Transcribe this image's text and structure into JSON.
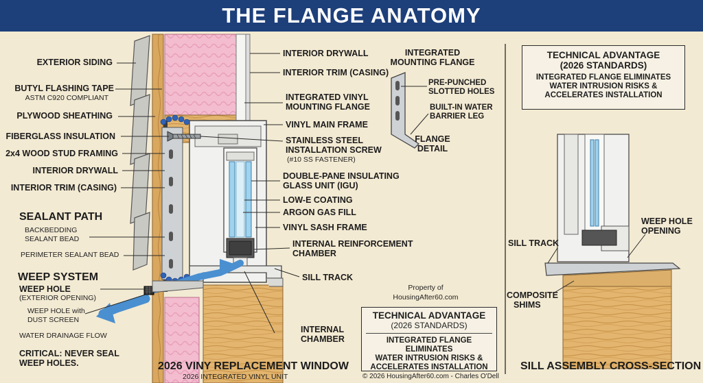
{
  "title": "THE FLANGE ANATOMY",
  "left_labels": {
    "exterior_siding": "EXTERIOR SIDING",
    "butyl_tape": "BUTYL FLASHING TAPE",
    "butyl_tape_sub": "ASTM C920 COMPLIANT",
    "plywood": "PLYWOOD SHEATHING",
    "fiberglass": "FIBERGLASS INSULATION",
    "stud": "2x4 WOOD STUD FRAMING",
    "drywall": "INTERIOR DRYWALL",
    "trim": "INTERIOR TRIM (CASING)"
  },
  "sealant": {
    "heading": "SEALANT PATH",
    "backbed_1": "BACKBEDDING",
    "backbed_2": "SEALANT BEAD",
    "perimeter": "PERIMETER SEALANT BEAD"
  },
  "weep": {
    "heading": "WEEP SYSTEM",
    "hole": "WEEP HOLE",
    "hole_sub": "(EXTERIOR OPENING)",
    "screen_1": "WEEP HOLE with",
    "screen_2": "DUST SCREEN",
    "flow": "WATER DRAINAGE FLOW",
    "critical_1": "CRITICAL: NEVER SEAL",
    "critical_2": "WEEP HOLES."
  },
  "middle_labels": {
    "interior_drywall": "INTERIOR DRYWALL",
    "interior_trim": "INTERIOR TRIM (CASING)",
    "vinyl_flange_1": "INTEGRATED VINYL",
    "vinyl_flange_2": "MOUNTING FLANGE",
    "vinyl_main": "VINYL MAIN FRAME",
    "screw_1": "STAINLESS STEEL",
    "screw_2": "INSTALLATION SCREW",
    "screw_sub": "(#10 SS FASTENER)",
    "igu_1": "DOUBLE-PANE INSULATING",
    "igu_2": "GLASS UNIT (IGU)",
    "lowe": "LOW-E COATING",
    "argon": "ARGON GAS FILL",
    "sash": "VINYL SASH FRAME",
    "reinf_1": "INTERNAL REINFORCEMENT",
    "reinf_2": "CHAMBER",
    "sill_track": "SILL TRACK",
    "internal_1": "INTERNAL",
    "internal_2": "CHAMBER"
  },
  "flange_detail": {
    "heading_1": "INTEGRATED",
    "heading_2": "MOUNTING FLANGE",
    "holes_1": "PRE-PUNCHED",
    "holes_2": "SLOTTED HOLES",
    "barrier_1": "BUILT-IN WATER",
    "barrier_2": "BARRIER LEG",
    "caption_1": "FLANGE",
    "caption_2": "DETAIL"
  },
  "property": {
    "line1": "Property of",
    "line2": "HousingAfter60.com"
  },
  "tech_box_small": {
    "title": "TECHNICAL ADVANTAGE",
    "subtitle": "(2026 STANDARDS)",
    "body_1": "INTEGRATED FLANGE ELIMINATES",
    "body_2": "WATER INTRUSION RISKS &",
    "body_3": "ACCELERATES INSTALLATION"
  },
  "tech_box_right": {
    "title": "TECHNICAL ADVANTAGE",
    "subtitle": "(2026 STANDARDS)",
    "body_1": "INTEGRATED FLANGE ELIMINATES",
    "body_2": "WATER INTRUSION RISKS &",
    "body_3": "ACCELERATES INSTALLATION"
  },
  "sill_assembly": {
    "weep_1": "WEEP HOLE",
    "weep_2": "OPENING",
    "sill_track": "SILL TRACK",
    "shims_1": "COMPOSITE",
    "shims_2": "SHIMS",
    "caption": "SILL ASSEMBLY CROSS-SECTION"
  },
  "footer": {
    "main_caption": "2026 VINY REPLACEMENT WINDOW",
    "main_sub": "2026 INTEGRATED VINYL UNIT",
    "copyright": "© 2026 HousingAfter60.com - Charles O'Dell"
  },
  "colors": {
    "header_bg": "#1d3f7a",
    "background": "#f3ead3",
    "insulation_pink": "#f2b8cc",
    "wood": "#e2b46c",
    "water_blue": "#4a8fd0",
    "glass_blue": "#a8d6ef",
    "vinyl": "#ececea"
  }
}
